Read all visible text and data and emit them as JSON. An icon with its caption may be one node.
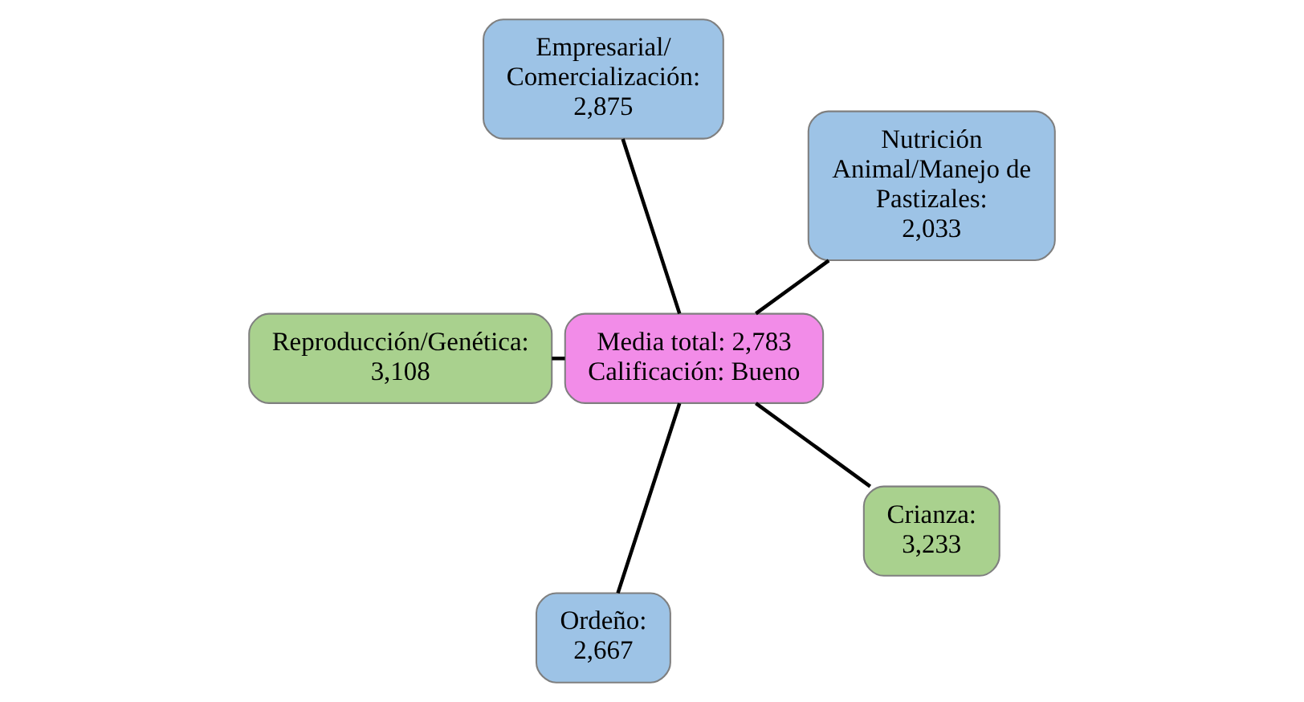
{
  "diagram": {
    "nodes": [
      {
        "text": [
          "Nutrición Animal/Manejo de Pastizales:",
          "2,033"
        ]
      },
      {
        "text": [
          "Empresarial/ Comercialización:",
          "2,875"
        ]
      },
      {
        "text": [
          "Reproducción/Genética:",
          "3,108"
        ]
      },
      {
        "text": [
          "Media total: 2,783",
          "Calificación: Bueno"
        ]
      },
      {
        "text": [
          "Ordeño:",
          "2,667"
        ]
      },
      {
        "text": [
          "Crianza:",
          "3,233"
        ]
      }
    ],
    "edges": [
      {
        "from": 3,
        "to": 0,
        "arrow": "none"
      },
      {
        "from": 3,
        "to": 1,
        "arrow": "none"
      },
      {
        "from": 3,
        "to": 2,
        "arrow": "none"
      },
      {
        "from": 3,
        "to": 4,
        "arrow": "none"
      },
      {
        "from": 3,
        "to": 5,
        "arrow": "none"
      }
    ]
  }
}
